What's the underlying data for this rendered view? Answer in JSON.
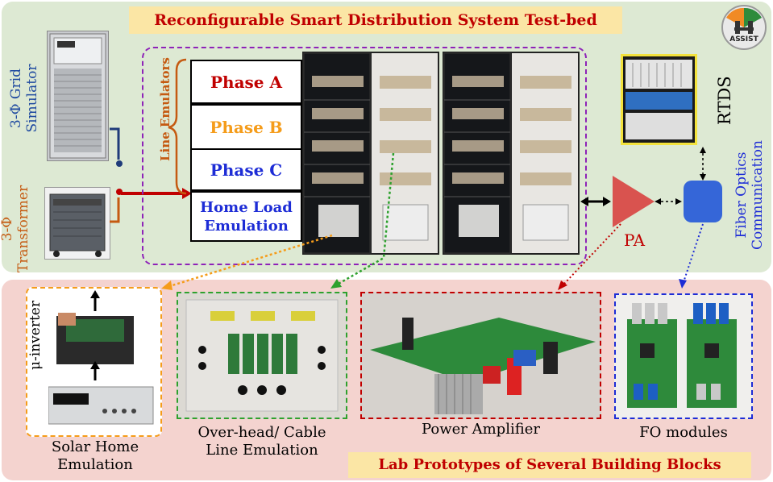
{
  "title": "Reconfigurable Smart Distribution System Test-bed",
  "logo_text": "ASSIST",
  "grid_simulator": {
    "line1": "3-Φ Grid",
    "line2": "Simulator"
  },
  "transformer": {
    "line1": "3-Φ",
    "line2": "Transformer"
  },
  "line_emulators_label": "Line Emulators",
  "phases": [
    {
      "label": "Phase A",
      "color": "#c00000"
    },
    {
      "label": "Phase B",
      "color": "#f59c1a"
    },
    {
      "label": "Phase C",
      "color": "#1d2cd6"
    }
  ],
  "home_load": {
    "line1": "Home Load",
    "line2": "Emulation",
    "color": "#1d2cd6"
  },
  "rtds_label": "RTDS",
  "pa_label": "PA",
  "fiber_label": {
    "line1": "Fiber Optics",
    "line2": "Communication"
  },
  "prototypes": {
    "micro_inverter_label": "μ-inverter",
    "solar": {
      "line1": "Solar Home",
      "line2": "Emulation"
    },
    "overhead": {
      "line1": "Over-head/ Cable",
      "line2": "Line Emulation"
    },
    "power_amplifier": "Power Amplifier",
    "fo_modules": "FO modules"
  },
  "bottom_title": "Lab Prototypes of Several Building Blocks",
  "colors": {
    "accent_red": "#c00000",
    "orange": "#f59c1a",
    "blue": "#1d2cd6",
    "purple_dashed": "#8e22b8",
    "green_dashed": "#2ea12e",
    "fo_blue": "#3566d8"
  }
}
